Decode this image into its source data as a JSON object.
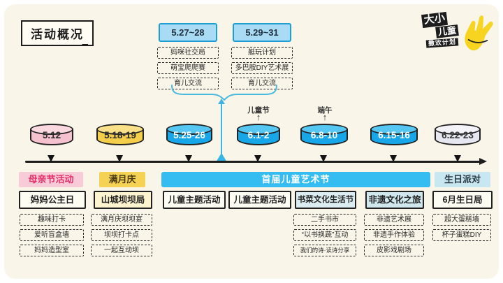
{
  "page": {
    "title": "活动概况"
  },
  "logo": {
    "line1": "大小",
    "line2": "儿童",
    "line3": "撒欢计划",
    "hand_icon": "victory-hand-icon",
    "hand_color": "#f6d41f"
  },
  "pre_events": [
    {
      "date": "5.27~28",
      "items": [
        "妈咪社交局",
        "萌宝爬爬赛",
        "育儿交流"
      ]
    },
    {
      "date": "5.29~31",
      "items": [
        "艇玩计划",
        "多巴胺DIY艺术展",
        "育儿交流"
      ]
    }
  ],
  "timeline": {
    "events": [
      {
        "date": "5.12",
        "color": "#f6c1ce"
      },
      {
        "date": "5.18-19",
        "color": "#f5cf4b"
      },
      {
        "date": "5.25-26",
        "color": "#17a7e8"
      },
      {
        "date": "6.1-2",
        "color": "#17a7e8",
        "note": "儿童节"
      },
      {
        "date": "6.8-10",
        "color": "#17a7e8",
        "note": "端午"
      },
      {
        "date": "6.15-16",
        "color": "#17a7e8"
      },
      {
        "date": "6.22-23",
        "color": "#e6e7f0"
      }
    ]
  },
  "banner": {
    "label": "首届儿童艺术节",
    "color": "#35bdf2"
  },
  "sections": [
    {
      "header": "母亲节活动",
      "main": "妈妈公主日",
      "items": [
        "趣味打卡",
        "爱听盲盒墙",
        "妈妈造型室"
      ]
    },
    {
      "header": "满月庆",
      "main": "山城坝坝局",
      "items": [
        "满月庆坝坝宴",
        "坝坝打卡点",
        "一起互动坝"
      ]
    },
    {
      "main": "儿童主题活动",
      "items": []
    },
    {
      "main": "儿童主题活动",
      "items": []
    },
    {
      "main": "书菜文化生活节",
      "items": [
        "二手书市",
        "“以书换蔬”互动",
        "我们的诗·读诗分享"
      ]
    },
    {
      "main": "非遗文化之旅",
      "items": [
        "非遗艺术展",
        "非遗手作体验",
        "皮影戏剧场"
      ]
    },
    {
      "header": "生日派对",
      "main": "6月生日局",
      "items": [
        "超大蛋糕墙",
        "杯子蛋糕DIY"
      ]
    }
  ]
}
